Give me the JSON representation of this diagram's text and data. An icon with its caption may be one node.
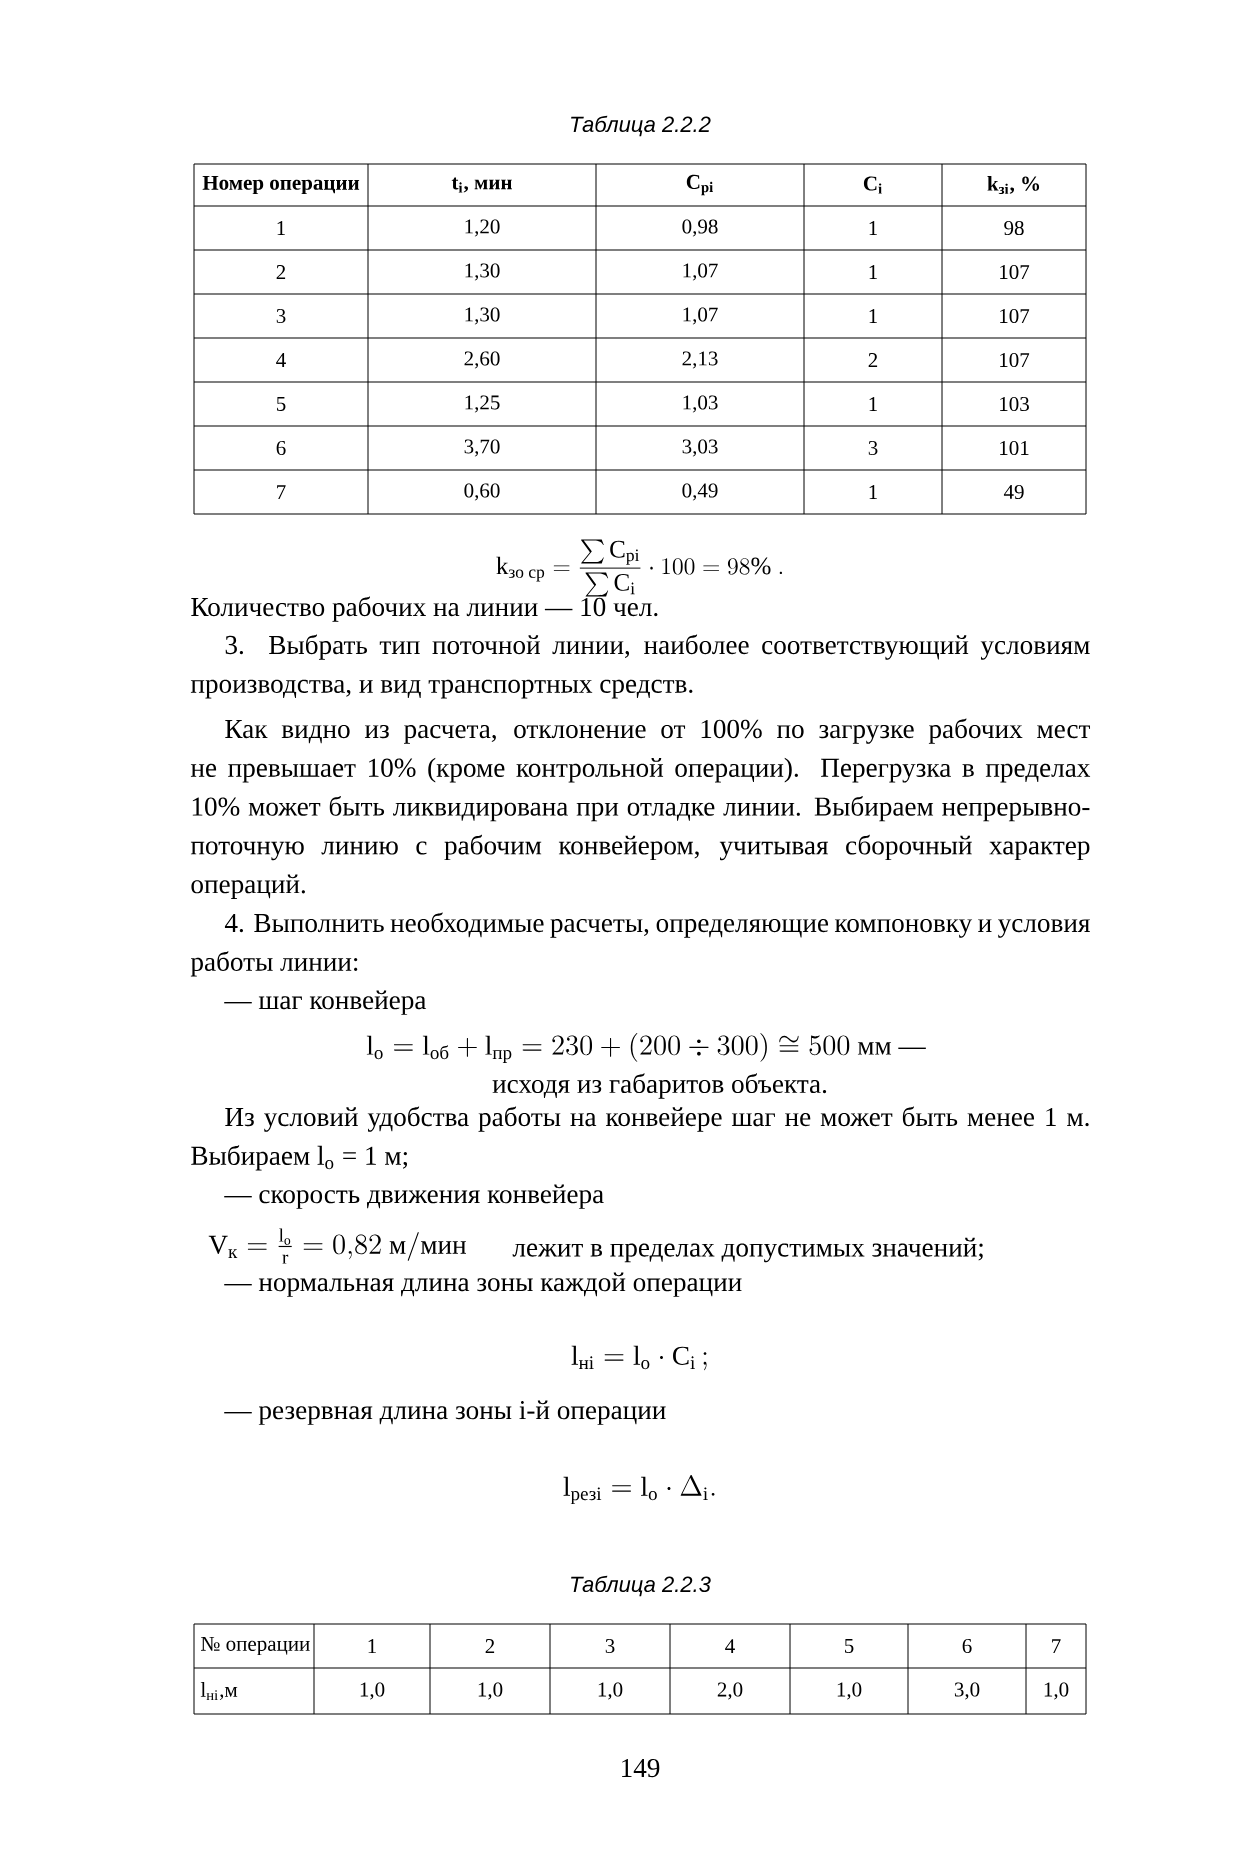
{
  "diagram": {
    "labels": [
      "Таблица 2.2.2",
      "Номер операции",
      "t$_{i}$, мин",
      "C$_{pi}$",
      "C$_{i}$",
      "k$_{зi}$, %",
      "1",
      "1,20",
      "0,98",
      "1",
      "98",
      "2",
      "1,30",
      "1,07",
      "1",
      "107",
      "3",
      "1,30",
      "1,07",
      "1",
      "107",
      "4",
      "2,60",
      "2,13",
      "2",
      "107",
      "5",
      "1,25",
      "1,03",
      "1",
      "103",
      "6",
      "3,70",
      "3,03",
      "3",
      "101",
      "7",
      "0,60",
      "0,49",
      "1",
      "49",
      "\\mathrm{k}_{\\text{зо ср}}=\\frac{\\sum \\mathrm{C}_{\\mathrm{pi}}}{\\sum \\mathrm{C}_{\\mathrm{i}}}\\cdot 100=98\\%\\ .",
      "Количество рабочих на линии — 10 чел.",
      "3. Выбрать тип поточной линии, наиболее соответствующий условиям производства, и вид транспортных средств.",
      "Как видно из расчета, отклонение от 100% по загрузке рабочих мест не превышает 10% (кроме контрольной операции). Перегрузка в пределах 10% может быть ликвидирована при отладке линии. Выбираем непрерывно-поточную линию с рабочим конвейером, учитывая сборочный характер операций.",
      "4. Выполнить необходимые расчеты, определяющие компоновку и условия работы линии:",
      "— шаг конвейера",
      "\\mathrm{l}_{\\text{о}}=\\mathrm{l}_{\\text{об}}+\\mathrm{l}_{\\text{пр}}=230+(200\\div 300)\\cong 500\\text{ мм —}",
      "исходя из габаритов объекта.",
      "Из условий удобства работы на конвейере шаг не может быть менее 1 м. Выбираем l$_{о}$ = 1 м;",
      "— скорость движения конвейера",
      "\\mathrm{V}_{\\text{к}}=\\frac{\\mathrm{l}_{\\text{о}}}{\\mathrm{r}}=0{,}82\\text{ м}/\\text{мин}",
      "лежит в пределах допустимых значений;",
      "— нормальная длина зоны каждой операции",
      "\\mathrm{l}_{\\text{нi}}=\\mathrm{l}_{\\text{о}}\\cdot \\mathrm{C}_{\\mathrm{i}}\\,;",
      "— резервная длина зоны i-й операции",
      "\\mathrm{l}_{\\text{резi}}=\\mathrm{l}_{\\text{о}}\\cdot \\Delta_{\\mathrm{i}}.",
      "Таблица 2.2.3",
      "№ операции",
      "1",
      "2",
      "3",
      "4",
      "5",
      "6",
      "7",
      "l$_{нi}$,м",
      "1,0",
      "1,0",
      "1,0",
      "2,0",
      "1,0",
      "3,0",
      "1,0",
      "149"
    ]
  }
}
